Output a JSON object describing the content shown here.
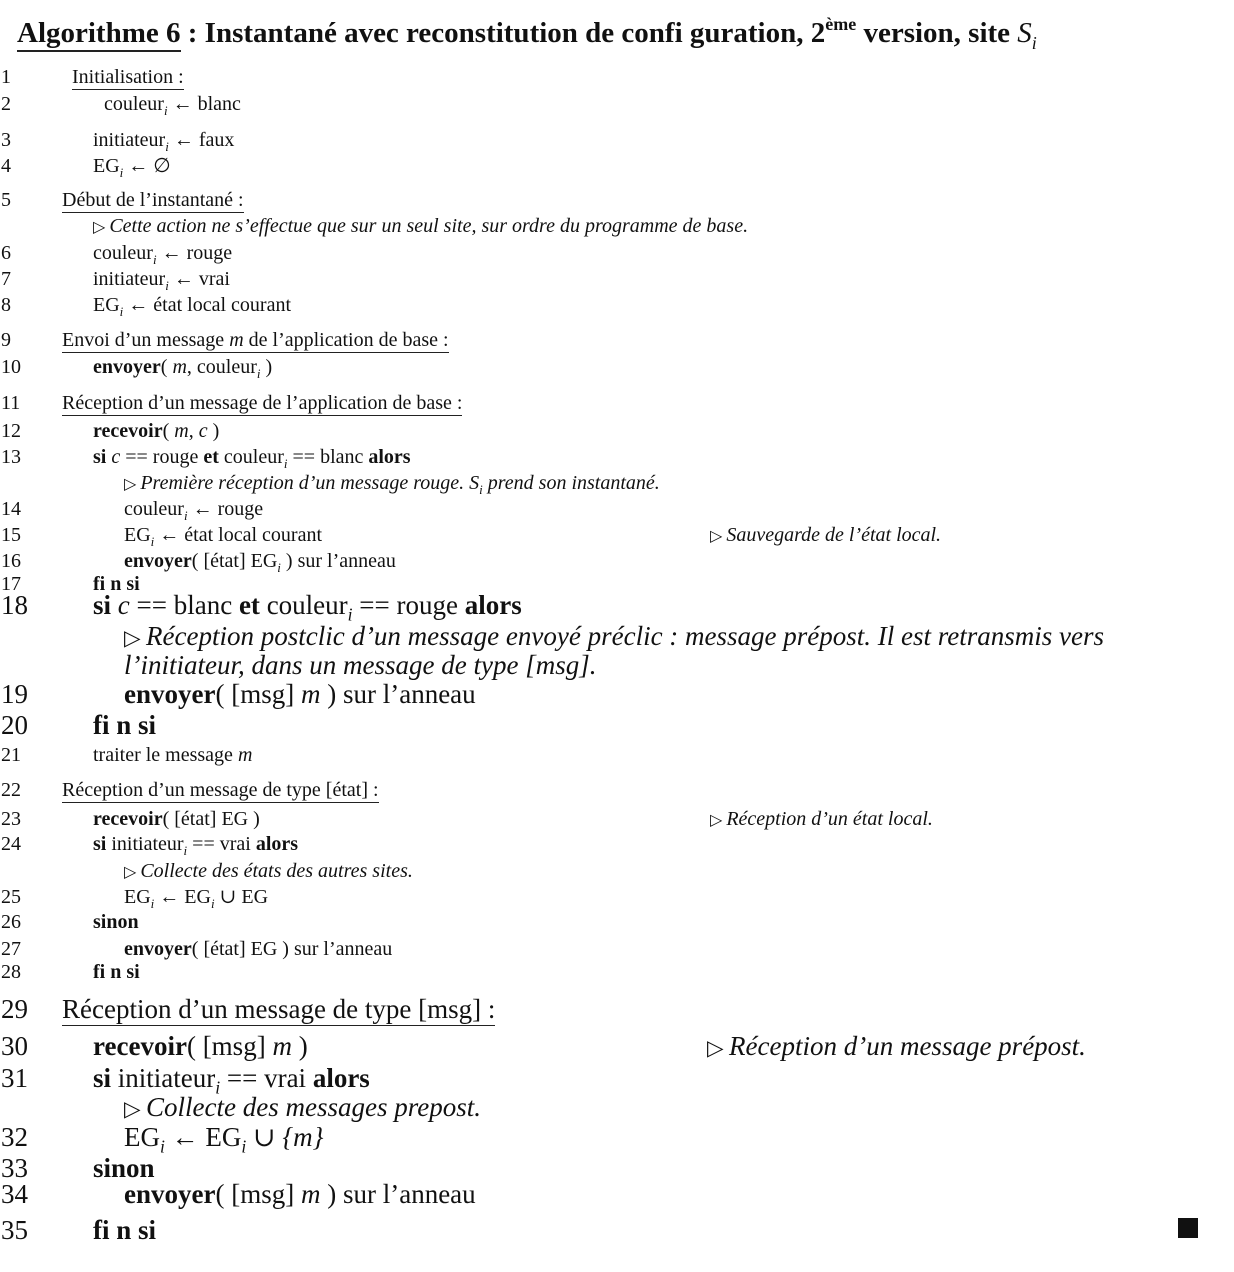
{
  "title": {
    "label": "Algorithme 6",
    "sep": " : ",
    "text": "Instantané avec reconstitution de confi guration,",
    "num": "2",
    "sup": "ème",
    "rest": " version, site ",
    "site_var": "S",
    "site_sub": "i"
  },
  "line_numbers": [
    "1",
    "2",
    "3",
    "4",
    "5",
    "6",
    "7",
    "8",
    "9",
    "10",
    "11",
    "12",
    "13",
    "14",
    "15",
    "16",
    "17",
    "18",
    "19",
    "20",
    "21",
    "22",
    "23",
    "24",
    "25",
    "26",
    "27",
    "28",
    "29",
    "30",
    "31",
    "32",
    "33",
    "34",
    "35"
  ],
  "sections": {
    "init": "Initialisation :",
    "debut": "Début de l’instantané :",
    "envoi_pre": "Envoi d’un message ",
    "envoi_var": "m",
    "envoi_post": " de l’application de base :",
    "reception_base": "Réception d’un message de l’application de base :",
    "reception_etat": "Réception d’un message de type [état] :",
    "reception_msg": "Réception d’un message de type [msg] :"
  },
  "words": {
    "couleur": "couleur",
    "initiateur": "initiateur",
    "eg": "EG",
    "sub_i": "i",
    "arrow": " ← ",
    "union": " ∪ ",
    "eqeq": " == ",
    "blanc": "blanc",
    "rouge": "rouge",
    "faux": "faux",
    "vrai": "vrai",
    "empty": "∅",
    "etat_local_courant": "état local courant",
    "envoyer": "envoyer",
    "recevoir": "recevoir",
    "si": "si",
    "et": "et",
    "alors": "alors",
    "sinon": "sinon",
    "finsi": "fi n si",
    "sur_anneau": "sur l’anneau",
    "traiter": "traiter le message ",
    "m": "m",
    "c": "c",
    "paren_open": "( ",
    "paren_close": " )",
    "comma": ", ",
    "etat_tag": "[état]",
    "msg_tag": "[msg]",
    "triangle": "▷ ",
    "set_m": "{m}"
  },
  "comments": {
    "c5": "Cette action ne s’effectue que sur un seul site, sur ordre du programme de base.",
    "c13": "Première réception d’un message rouge. S",
    "c13_sub": "i",
    "c13_end": " prend son instantané.",
    "c15": "Sauvegarde de l’état local.",
    "c18a": "Réception postclic d’un message envoyé préclic : message prépost. Il est retransmis vers",
    "c18b": "l’initiateur, dans un message de type [msg].",
    "c23": "Réception d’un état local.",
    "c24": "Collecte des états des autres sites.",
    "c30": "Réception d’un message prépost.",
    "c31": "Collecte des messages prepost."
  }
}
